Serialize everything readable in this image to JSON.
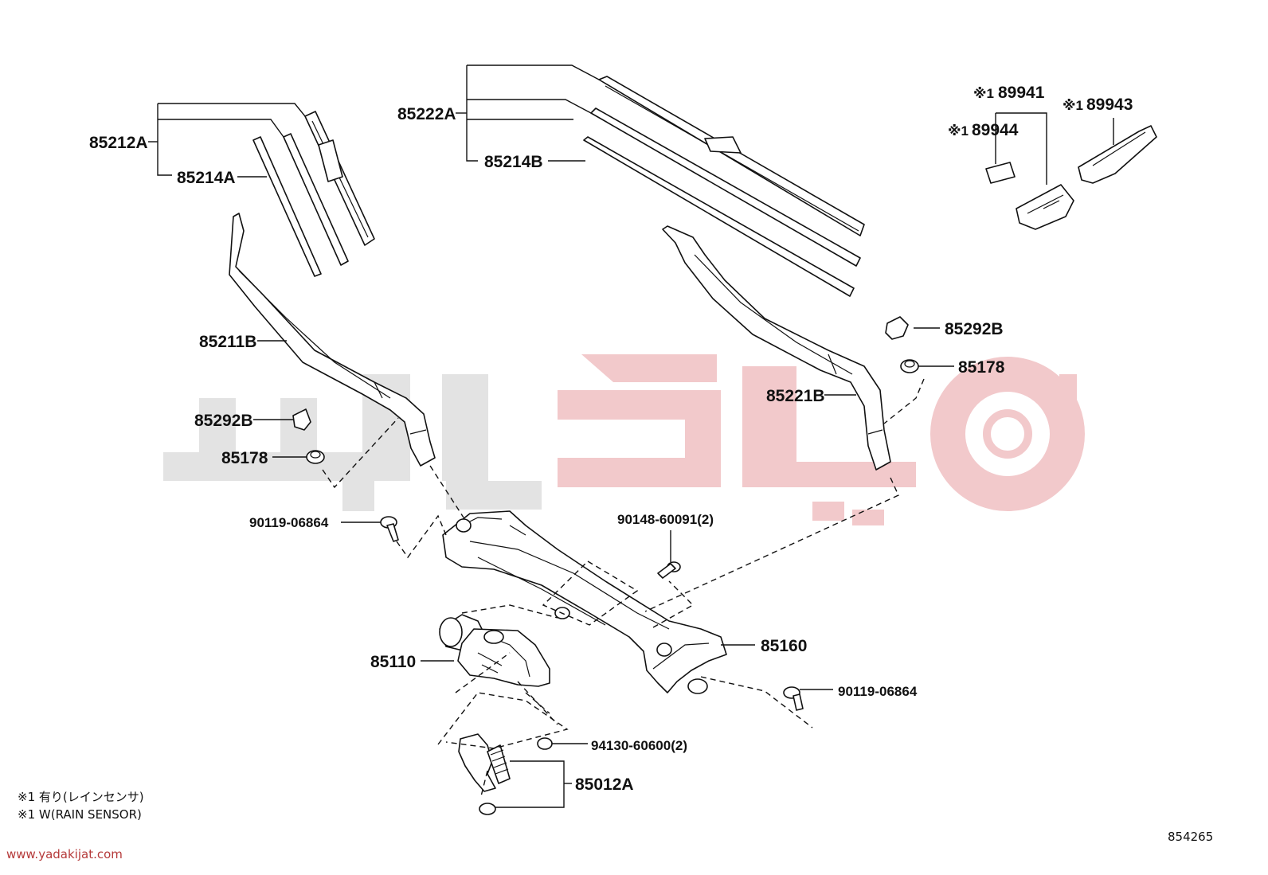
{
  "diagram": {
    "diagram_number": "854265",
    "website": "www.yadakijat.com",
    "notes": [
      "※1 有り(レインセンサ)",
      "※1 W(RAIN SENSOR)"
    ],
    "part_labels": {
      "p85212A": "85212A",
      "p85214A": "85214A",
      "p85222A": "85222A",
      "p85214B": "85214B",
      "p89941": "89941",
      "p89944": "89944",
      "p89943": "89943",
      "p85211B": "85211B",
      "p85292B_left": "85292B",
      "p85178_left": "85178",
      "p85292B_right": "85292B",
      "p85178_right": "85178",
      "p85221B": "85221B",
      "p90119_06864_left": "90119-06864",
      "p90148_60091": "90148-60091(2)",
      "p85160": "85160",
      "p85110": "85110",
      "p90119_06864_right": "90119-06864",
      "p94130_60600": "94130-60600(2)",
      "p85012A": "85012A"
    },
    "marker": "※1",
    "colors": {
      "line": "#111111",
      "watermark_gray": "#e3e3e3",
      "watermark_red": "#f2c9cb",
      "website_text": "#b53a3a"
    }
  }
}
